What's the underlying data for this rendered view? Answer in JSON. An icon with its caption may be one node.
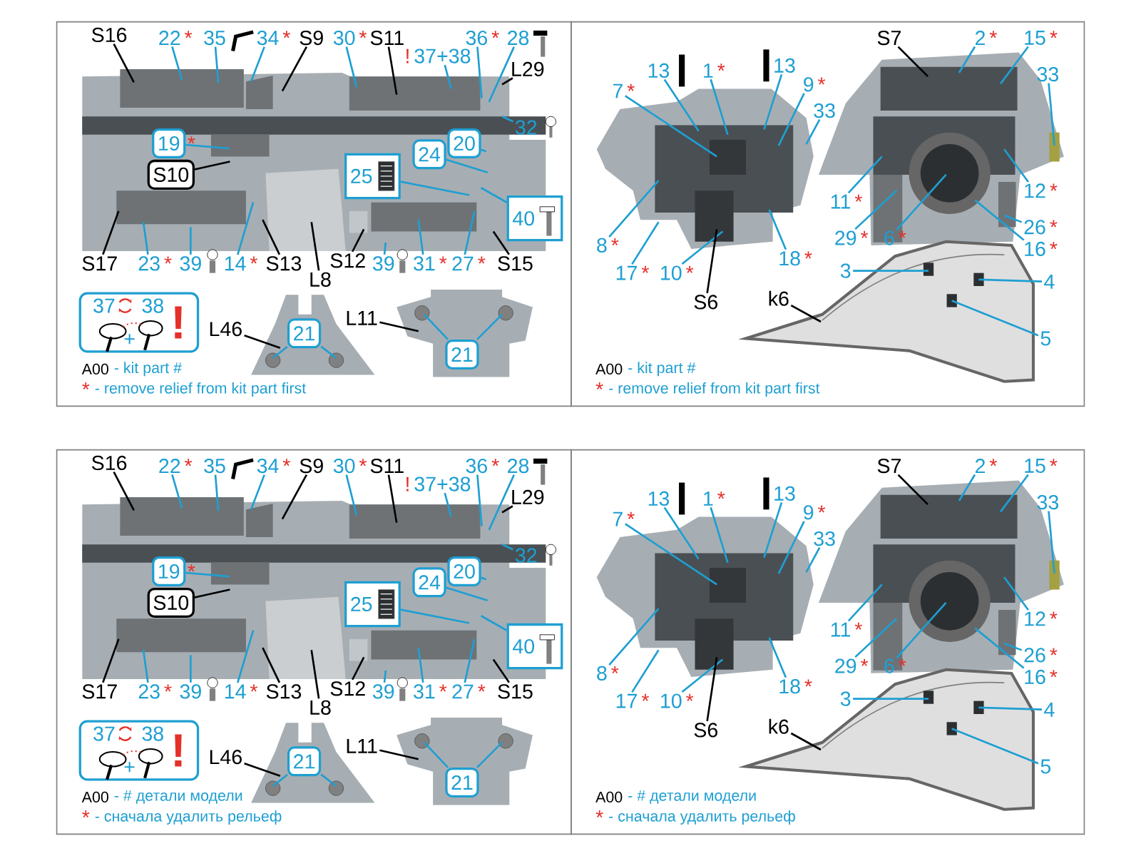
{
  "diagram": {
    "nodes": [
      {
        "text": [
          "S16"
        ]
      },
      {
        "text": [
          "22"
        ],
        "beside": [
          "*"
        ]
      },
      {
        "text": [
          "35"
        ]
      },
      {
        "text": [
          "34"
        ],
        "beside": [
          "*"
        ]
      },
      {
        "text": [
          "S9"
        ]
      },
      {
        "text": [
          "30"
        ],
        "beside": [
          "*"
        ]
      },
      {
        "text": [
          "S11"
        ]
      },
      {
        "text": [
          "37+38"
        ],
        "beside": [
          "!"
        ]
      },
      {
        "text": [
          "36"
        ],
        "beside": [
          "*"
        ]
      },
      {
        "text": [
          "28"
        ]
      },
      {
        "text": [
          "L29"
        ]
      },
      {
        "text": [
          "32"
        ]
      },
      {
        "text": [
          "19"
        ],
        "beside": [
          "*"
        ]
      },
      {
        "text": [
          "S10"
        ]
      },
      {
        "text": [
          "25"
        ]
      },
      {
        "text": [
          "24"
        ]
      },
      {
        "text": [
          "20"
        ]
      },
      {
        "text": [
          "40"
        ]
      },
      {
        "text": [
          "S17"
        ]
      },
      {
        "text": [
          "23"
        ],
        "beside": [
          "*"
        ]
      },
      {
        "text": [
          "39"
        ]
      },
      {
        "text": [
          "14"
        ],
        "beside": [
          "*"
        ]
      },
      {
        "text": [
          "S13"
        ]
      },
      {
        "text": [
          "L8"
        ]
      },
      {
        "text": [
          "S12"
        ]
      },
      {
        "text": [
          "39"
        ]
      },
      {
        "text": [
          "31"
        ],
        "beside": [
          "*"
        ]
      },
      {
        "text": [
          "27"
        ],
        "beside": [
          "*"
        ]
      },
      {
        "text": [
          "S15"
        ]
      },
      {
        "text": [
          "37",
          "38",
          "+",
          "!"
        ]
      },
      {
        "text": [
          "L46"
        ]
      },
      {
        "text": [
          "21"
        ],
        "in": 118
      },
      {
        "text": [
          "L11"
        ]
      },
      {
        "text": [
          "21"
        ],
        "in": 119
      },
      {
        "text": [
          "S7"
        ]
      },
      {
        "text": [
          "2"
        ],
        "beside": [
          "*"
        ]
      },
      {
        "text": [
          "15"
        ],
        "beside": [
          "*"
        ]
      },
      {
        "text": [
          "13"
        ]
      },
      {
        "text": [
          "1"
        ],
        "beside": [
          "*"
        ]
      },
      {
        "text": [
          "13"
        ]
      },
      {
        "text": [
          "7"
        ],
        "beside": [
          "*"
        ]
      },
      {
        "text": [
          "9"
        ],
        "beside": [
          "*"
        ]
      },
      {
        "text": [
          "33"
        ]
      },
      {
        "text": [
          "33"
        ]
      },
      {
        "text": [
          "11"
        ],
        "beside": [
          "*"
        ]
      },
      {
        "text": [
          "12"
        ],
        "beside": [
          "*"
        ]
      },
      {
        "text": [
          "29"
        ],
        "beside": [
          "*"
        ]
      },
      {
        "text": [
          "6"
        ],
        "beside": [
          "*"
        ]
      },
      {
        "text": [
          "26"
        ],
        "beside": [
          "*"
        ]
      },
      {
        "text": [
          "16"
        ],
        "beside": [
          "*"
        ]
      },
      {
        "text": [
          "8"
        ],
        "beside": [
          "*"
        ]
      },
      {
        "text": [
          "17"
        ],
        "beside": [
          "*"
        ]
      },
      {
        "text": [
          "10"
        ],
        "beside": [
          "*"
        ]
      },
      {
        "text": [
          "18"
        ],
        "beside": [
          "*"
        ]
      },
      {
        "text": [
          "S6"
        ]
      },
      {
        "text": [
          "k6"
        ]
      },
      {
        "text": [
          "3"
        ]
      },
      {
        "text": [
          "4"
        ]
      },
      {
        "text": [
          "5"
        ]
      },
      {
        "text": [
          "S16"
        ]
      },
      {
        "text": [
          "22"
        ],
        "beside": [
          "*"
        ]
      },
      {
        "text": [
          "35"
        ]
      },
      {
        "text": [
          "34"
        ],
        "beside": [
          "*"
        ]
      },
      {
        "text": [
          "S9"
        ]
      },
      {
        "text": [
          "30"
        ],
        "beside": [
          "*"
        ]
      },
      {
        "text": [
          "S11"
        ]
      },
      {
        "text": [
          "37+38"
        ],
        "beside": [
          "!"
        ]
      },
      {
        "text": [
          "36"
        ],
        "beside": [
          "*"
        ]
      },
      {
        "text": [
          "28"
        ]
      },
      {
        "text": [
          "L29"
        ]
      },
      {
        "text": [
          "32"
        ]
      },
      {
        "text": [
          "19"
        ],
        "beside": [
          "*"
        ]
      },
      {
        "text": [
          "S10"
        ]
      },
      {
        "text": [
          "25"
        ]
      },
      {
        "text": [
          "24"
        ]
      },
      {
        "text": [
          "20"
        ]
      },
      {
        "text": [
          "40"
        ]
      },
      {
        "text": [
          "S17"
        ]
      },
      {
        "text": [
          "23"
        ],
        "beside": [
          "*"
        ]
      },
      {
        "text": [
          "39"
        ]
      },
      {
        "text": [
          "14"
        ],
        "beside": [
          "*"
        ]
      },
      {
        "text": [
          "S13"
        ]
      },
      {
        "text": [
          "L8"
        ]
      },
      {
        "text": [
          "S12"
        ]
      },
      {
        "text": [
          "39"
        ]
      },
      {
        "text": [
          "31"
        ],
        "beside": [
          "*"
        ]
      },
      {
        "text": [
          "27"
        ],
        "beside": [
          "*"
        ]
      },
      {
        "text": [
          "S15"
        ]
      },
      {
        "text": [
          "37",
          "38",
          "+",
          "!"
        ]
      },
      {
        "text": [
          "L46"
        ]
      },
      {
        "text": [
          "21"
        ],
        "in": 121
      },
      {
        "text": [
          "L11"
        ]
      },
      {
        "text": [
          "21"
        ],
        "in": 122
      },
      {
        "text": [
          "S7"
        ]
      },
      {
        "text": [
          "2"
        ],
        "beside": [
          "*"
        ]
      },
      {
        "text": [
          "15"
        ],
        "beside": [
          "*"
        ]
      },
      {
        "text": [
          "13"
        ]
      },
      {
        "text": [
          "1"
        ],
        "beside": [
          "*"
        ]
      },
      {
        "text": [
          "13"
        ]
      },
      {
        "text": [
          "7"
        ],
        "beside": [
          "*"
        ]
      },
      {
        "text": [
          "9"
        ],
        "beside": [
          "*"
        ]
      },
      {
        "text": [
          "33"
        ]
      },
      {
        "text": [
          "33"
        ]
      },
      {
        "text": [
          "11"
        ],
        "beside": [
          "*"
        ]
      },
      {
        "text": [
          "12"
        ],
        "beside": [
          "*"
        ]
      },
      {
        "text": [
          "29"
        ],
        "beside": [
          "*"
        ]
      },
      {
        "text": [
          "6"
        ],
        "beside": [
          "*"
        ]
      },
      {
        "text": [
          "26"
        ],
        "beside": [
          "*"
        ]
      },
      {
        "text": [
          "16"
        ],
        "beside": [
          "*"
        ]
      },
      {
        "text": [
          "8"
        ],
        "beside": [
          "*"
        ]
      },
      {
        "text": [
          "17"
        ],
        "beside": [
          "*"
        ]
      },
      {
        "text": [
          "10"
        ],
        "beside": [
          "*"
        ]
      },
      {
        "text": [
          "18"
        ],
        "beside": [
          "*"
        ]
      },
      {
        "text": [
          "S6"
        ]
      },
      {
        "text": [
          "k6"
        ]
      },
      {
        "text": [
          "3"
        ]
      },
      {
        "text": [
          "4"
        ]
      },
      {
        "text": [
          "5"
        ]
      },
      {
        "text": [],
        "shape": "picture"
      },
      {
        "text": [],
        "shape": "picture"
      },
      {
        "text": [],
        "shape": "picture"
      },
      {
        "text": [],
        "shape": "picture"
      },
      {
        "text": [],
        "shape": "picture"
      },
      {
        "text": [],
        "shape": "picture"
      }
    ],
    "edges": [
      {
        "from": 0,
        "to": null,
        "arrow": "none",
        "color": "#000000"
      },
      {
        "from": 1,
        "to": null,
        "arrow": "none"
      },
      {
        "from": 2,
        "to": null,
        "arrow": "none"
      },
      {
        "from": 3,
        "to": null,
        "arrow": "none"
      },
      {
        "from": 4,
        "to": null,
        "arrow": "none",
        "color": "#000000"
      },
      {
        "from": 5,
        "to": null,
        "arrow": "none"
      },
      {
        "from": 6,
        "to": null,
        "arrow": "none",
        "color": "#000000"
      },
      {
        "from": 7,
        "to": null,
        "arrow": "none"
      },
      {
        "from": 8,
        "to": null,
        "arrow": "none"
      },
      {
        "from": 9,
        "to": null,
        "arrow": "none"
      },
      {
        "from": 10,
        "to": null,
        "arrow": "none",
        "color": "#000000"
      },
      {
        "from": 11,
        "to": null,
        "arrow": "none"
      },
      {
        "from": 12,
        "to": null,
        "arrow": "none"
      },
      {
        "from": 13,
        "to": null,
        "arrow": "none",
        "color": "#000000"
      },
      {
        "from": 14,
        "to": null,
        "arrow": "none"
      },
      {
        "from": 15,
        "to": null,
        "arrow": "none"
      },
      {
        "from": 16,
        "to": null,
        "arrow": "none"
      },
      {
        "from": 17,
        "to": null,
        "arrow": "none"
      },
      {
        "from": 18,
        "to": null,
        "arrow": "none",
        "color": "#000000"
      },
      {
        "from": 19,
        "to": null,
        "arrow": "none"
      },
      {
        "from": 20,
        "to": null,
        "arrow": "none"
      },
      {
        "from": 21,
        "to": null,
        "arrow": "none"
      },
      {
        "from": 22,
        "to": null,
        "arrow": "none",
        "color": "#000000"
      },
      {
        "from": 23,
        "to": null,
        "arrow": "none",
        "color": "#000000"
      },
      {
        "from": 24,
        "to": null,
        "arrow": "none",
        "color": "#000000"
      },
      {
        "from": 25,
        "to": null,
        "arrow": "none"
      },
      {
        "from": 26,
        "to": null,
        "arrow": "none"
      },
      {
        "from": 27,
        "to": null,
        "arrow": "none"
      },
      {
        "from": 28,
        "to": null,
        "arrow": "none",
        "color": "#000000"
      },
      {
        "from": 30,
        "to": 118,
        "arrow": "none",
        "color": "#000000"
      },
      {
        "from": 31,
        "to": 118,
        "arrow": "none"
      },
      {
        "from": 31,
        "to": 118,
        "arrow": "none"
      },
      {
        "from": 32,
        "to": 119,
        "arrow": "none",
        "color": "#000000"
      },
      {
        "from": 33,
        "to": 119,
        "arrow": "none"
      },
      {
        "from": 33,
        "to": 119,
        "arrow": "none"
      },
      {
        "from": 34,
        "to": null,
        "arrow": "none",
        "color": "#000000"
      },
      {
        "from": 35,
        "to": null,
        "arrow": "none"
      },
      {
        "from": 36,
        "to": null,
        "arrow": "none"
      },
      {
        "from": 37,
        "to": null,
        "arrow": "none"
      },
      {
        "from": 38,
        "to": null,
        "arrow": "none"
      },
      {
        "from": 39,
        "to": null,
        "arrow": "none"
      },
      {
        "from": 40,
        "to": null,
        "arrow": "none"
      },
      {
        "from": 41,
        "to": null,
        "arrow": "none"
      },
      {
        "from": 42,
        "to": null,
        "arrow": "none"
      },
      {
        "from": 43,
        "to": null,
        "arrow": "none"
      },
      {
        "from": 44,
        "to": null,
        "arrow": "none"
      },
      {
        "from": 45,
        "to": null,
        "arrow": "none"
      },
      {
        "from": 46,
        "to": null,
        "arrow": "none"
      },
      {
        "from": 47,
        "to": null,
        "arrow": "none"
      },
      {
        "from": 48,
        "to": null,
        "arrow": "none"
      },
      {
        "from": 49,
        "to": null,
        "arrow": "none"
      },
      {
        "from": 50,
        "to": null,
        "arrow": "none"
      },
      {
        "from": 51,
        "to": null,
        "arrow": "none"
      },
      {
        "from": 52,
        "to": null,
        "arrow": "none"
      },
      {
        "from": 53,
        "to": null,
        "arrow": "none"
      },
      {
        "from": 54,
        "to": null,
        "arrow": "none",
        "color": "#000000"
      },
      {
        "from": 55,
        "to": 120,
        "arrow": "none",
        "color": "#000000"
      },
      {
        "from": 56,
        "to": 120,
        "arrow": "none"
      },
      {
        "from": 57,
        "to": 120,
        "arrow": "none"
      },
      {
        "from": 58,
        "to": 120,
        "arrow": "none"
      },
      {
        "from": 59,
        "to": null,
        "arrow": "none",
        "color": "#000000"
      },
      {
        "from": 60,
        "to": null,
        "arrow": "none"
      },
      {
        "from": 61,
        "to": null,
        "arrow": "none"
      },
      {
        "from": 62,
        "to": null,
        "arrow": "none"
      },
      {
        "from": 63,
        "to": null,
        "arrow": "none",
        "color": "#000000"
      },
      {
        "from": 64,
        "to": null,
        "arrow": "none"
      },
      {
        "from": 65,
        "to": null,
        "arrow": "none",
        "color": "#000000"
      },
      {
        "from": 66,
        "to": null,
        "arrow": "none"
      },
      {
        "from": 67,
        "to": null,
        "arrow": "none"
      },
      {
        "from": 68,
        "to": null,
        "arrow": "none"
      },
      {
        "from": 69,
        "to": null,
        "arrow": "none",
        "color": "#000000"
      },
      {
        "from": 70,
        "to": null,
        "arrow": "none"
      },
      {
        "from": 71,
        "to": null,
        "arrow": "none"
      },
      {
        "from": 72,
        "to": null,
        "arrow": "none",
        "color": "#000000"
      },
      {
        "from": 73,
        "to": null,
        "arrow": "none"
      },
      {
        "from": 74,
        "to": null,
        "arrow": "none"
      },
      {
        "from": 75,
        "to": null,
        "arrow": "none"
      },
      {
        "from": 76,
        "to": null,
        "arrow": "none"
      },
      {
        "from": 77,
        "to": null,
        "arrow": "none",
        "color": "#000000"
      },
      {
        "from": 78,
        "to": null,
        "arrow": "none"
      },
      {
        "from": 79,
        "to": null,
        "arrow": "none"
      },
      {
        "from": 80,
        "to": null,
        "arrow": "none"
      },
      {
        "from": 81,
        "to": null,
        "arrow": "none",
        "color": "#000000"
      },
      {
        "from": 82,
        "to": null,
        "arrow": "none",
        "color": "#000000"
      },
      {
        "from": 83,
        "to": null,
        "arrow": "none",
        "color": "#000000"
      },
      {
        "from": 84,
        "to": null,
        "arrow": "none"
      },
      {
        "from": 85,
        "to": null,
        "arrow": "none"
      },
      {
        "from": 86,
        "to": null,
        "arrow": "none"
      },
      {
        "from": 87,
        "to": null,
        "arrow": "none",
        "color": "#000000"
      },
      {
        "from": 89,
        "to": 121,
        "arrow": "none",
        "color": "#000000"
      },
      {
        "from": 90,
        "to": 121,
        "arrow": "none"
      },
      {
        "from": 90,
        "to": 121,
        "arrow": "none"
      },
      {
        "from": 91,
        "to": 122,
        "arrow": "none",
        "color": "#000000"
      },
      {
        "from": 92,
        "to": 122,
        "arrow": "none"
      },
      {
        "from": 92,
        "to": 122,
        "arrow": "none"
      },
      {
        "from": 93,
        "to": null,
        "arrow": "none",
        "color": "#000000"
      },
      {
        "from": 94,
        "to": null,
        "arrow": "none"
      },
      {
        "from": 95,
        "to": null,
        "arrow": "none"
      },
      {
        "from": 96,
        "to": null,
        "arrow": "none"
      },
      {
        "from": 97,
        "to": null,
        "arrow": "none"
      },
      {
        "from": 98,
        "to": null,
        "arrow": "none"
      },
      {
        "from": 99,
        "to": null,
        "arrow": "none"
      },
      {
        "from": 100,
        "to": null,
        "arrow": "none"
      },
      {
        "from": 101,
        "to": null,
        "arrow": "none"
      },
      {
        "from": 102,
        "to": null,
        "arrow": "none"
      },
      {
        "from": 103,
        "to": null,
        "arrow": "none"
      },
      {
        "from": 104,
        "to": null,
        "arrow": "none"
      },
      {
        "from": 105,
        "to": null,
        "arrow": "none"
      },
      {
        "from": 106,
        "to": null,
        "arrow": "none"
      },
      {
        "from": 107,
        "to": null,
        "arrow": "none"
      },
      {
        "from": 108,
        "to": null,
        "arrow": "none"
      },
      {
        "from": 109,
        "to": null,
        "arrow": "none"
      },
      {
        "from": 110,
        "to": null,
        "arrow": "none"
      },
      {
        "from": 111,
        "to": null,
        "arrow": "none"
      },
      {
        "from": 112,
        "to": null,
        "arrow": "none"
      },
      {
        "from": 113,
        "to": null,
        "arrow": "none",
        "color": "#000000"
      },
      {
        "from": 114,
        "to": 123,
        "arrow": "none",
        "color": "#000000"
      },
      {
        "from": 115,
        "to": 123,
        "arrow": "none"
      },
      {
        "from": 116,
        "to": 123,
        "arrow": "none"
      },
      {
        "from": 117,
        "to": 123,
        "arrow": "none"
      }
    ],
    "labels": [
      "A00",
      "- kit part #",
      "*",
      "- remove relief from kit part first",
      "A00",
      "- kit part #",
      "*",
      "- remove relief from kit part first",
      "A00",
      "- # детали модели",
      "*",
      "- сначала удалить рельеф",
      "A00",
      "- # детали модели",
      "*",
      "- сначала удалить рельеф"
    ]
  }
}
